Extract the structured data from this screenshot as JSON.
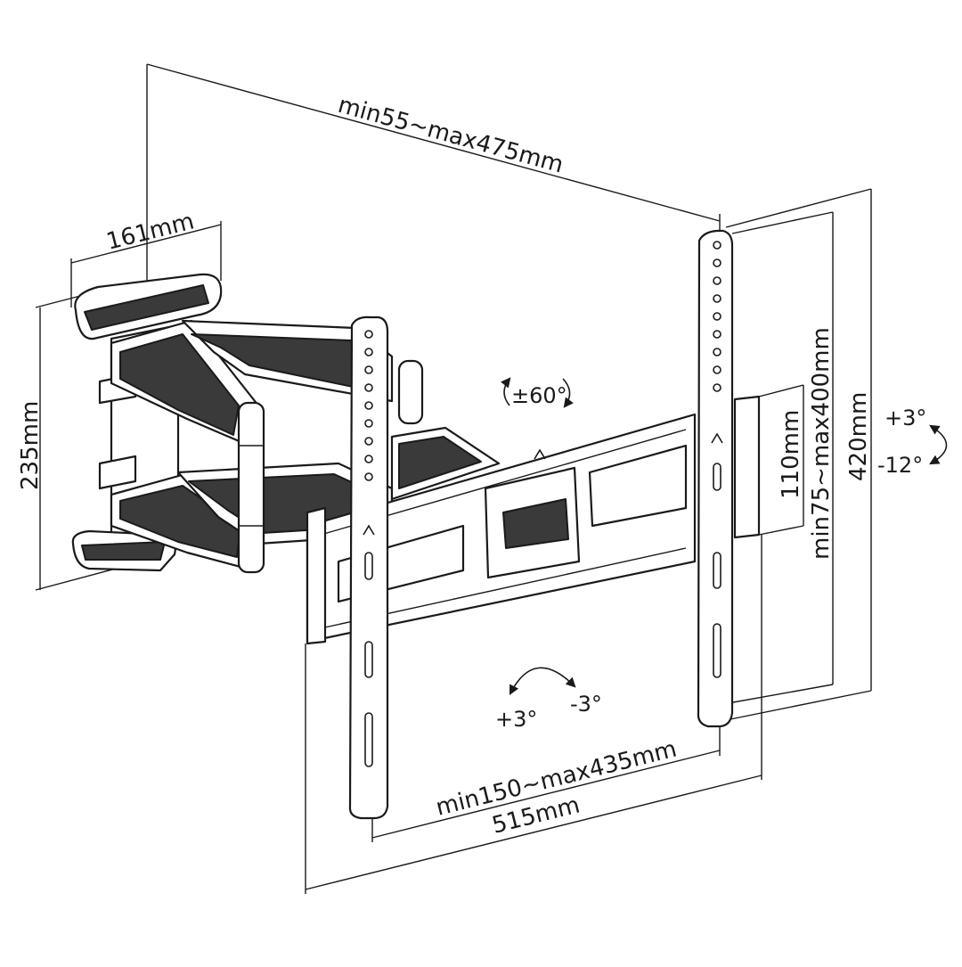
{
  "diagram": {
    "dimensions": {
      "arm_extension": "min55~max475mm",
      "arm_width": "161mm",
      "wall_plate_height": "235mm",
      "vesa_vertical": "min75~max400mm",
      "bracket_height": "420mm",
      "rail_height": "110mm",
      "vesa_horizontal": "min150~max435mm",
      "total_width": "515mm"
    },
    "motion": {
      "swivel": "±60°",
      "tilt_up": "+3°",
      "tilt_down": "-12°",
      "level_plus": "+3°",
      "level_minus": "-3°"
    },
    "colors": {
      "ink": "#1a1a1a",
      "fill_dark": "#3a3a3a",
      "background": "#ffffff"
    }
  }
}
